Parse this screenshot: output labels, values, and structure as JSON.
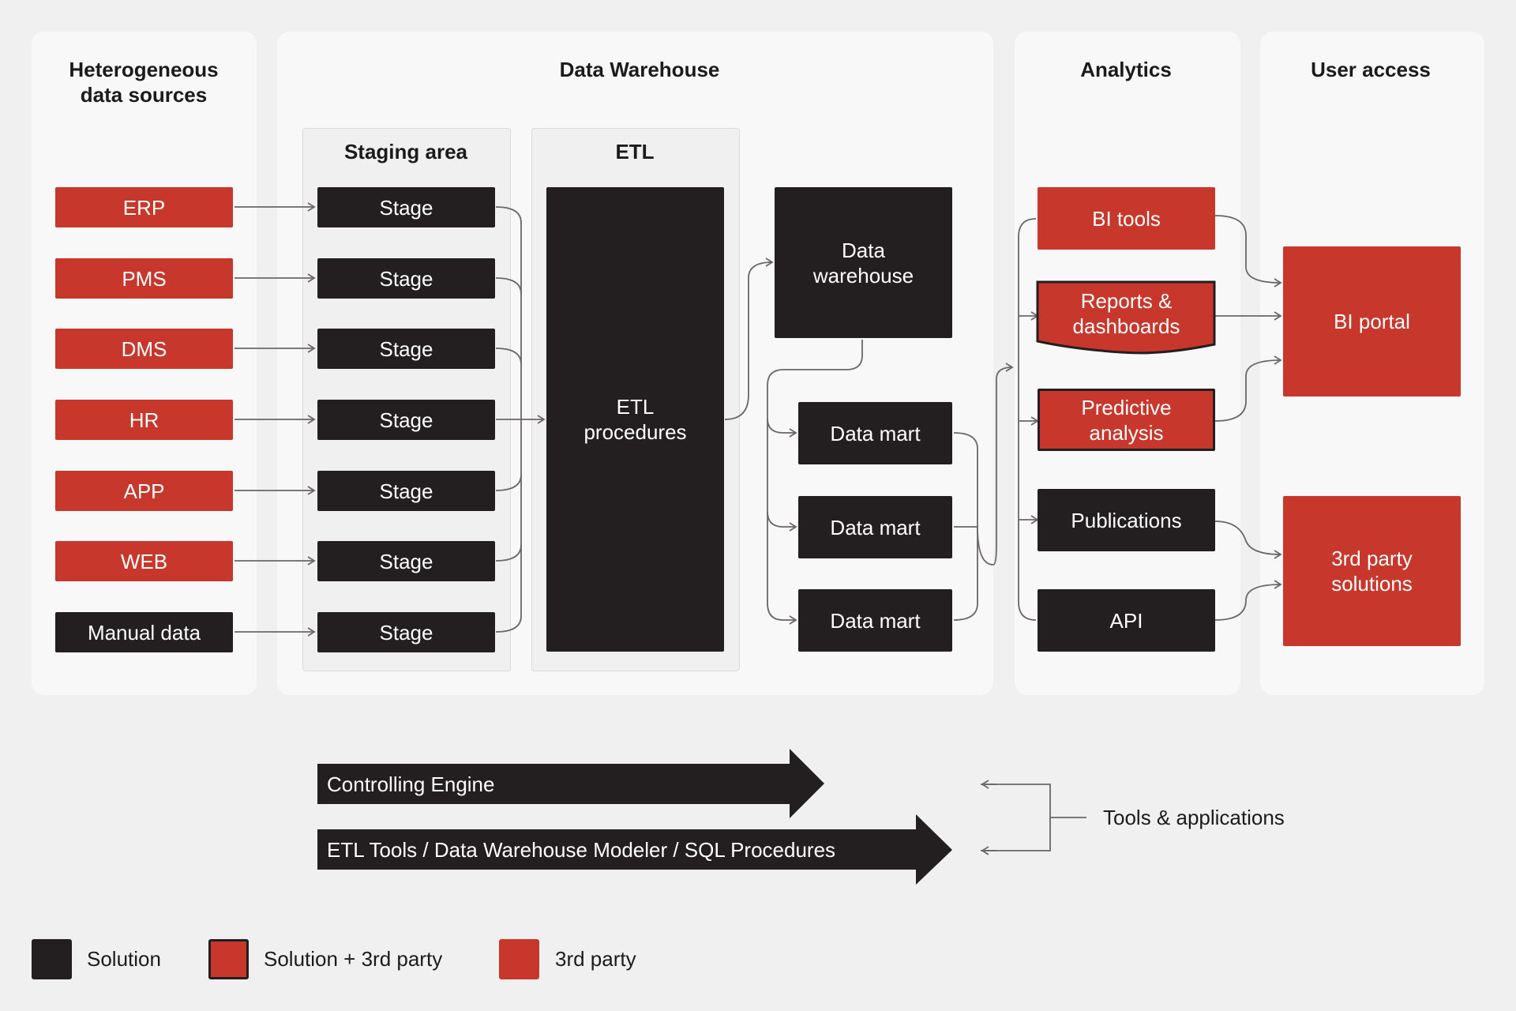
{
  "columns": {
    "sources": "Heterogeneous data sources",
    "warehouse": "Data Warehouse",
    "analytics": "Analytics",
    "user_access": "User access"
  },
  "staging": {
    "title": "Staging area",
    "stage_label": "Stage"
  },
  "etl": {
    "title": "ETL",
    "procedures": "ETL procedures"
  },
  "sources": [
    "ERP",
    "PMS",
    "DMS",
    "HR",
    "APP",
    "WEB",
    "Manual data"
  ],
  "warehouse_box": "Data warehouse",
  "data_marts": [
    "Data mart",
    "Data mart",
    "Data mart"
  ],
  "analytics": {
    "bi_tools": "BI tools",
    "reports": "Reports & dashboards",
    "predictive": "Predictive analysis",
    "publications": "Publications",
    "api": "API"
  },
  "user_access": {
    "bi_portal": "BI portal",
    "third_party": "3rd party solutions"
  },
  "tools": {
    "controlling_engine": "Controlling Engine",
    "etl_tools": "ETL Tools / Data Warehouse Modeler / SQL Procedures",
    "label": "Tools & applications"
  },
  "legend": [
    {
      "label": "Solution",
      "color": "#231f20"
    },
    {
      "label": "Solution + 3rd party",
      "color": "#c8372b"
    },
    {
      "label": "3rd party",
      "color": "#c8372b"
    }
  ],
  "colors": {
    "dark": "#231f20",
    "red": "#c8372b",
    "line": "#6b6667"
  }
}
